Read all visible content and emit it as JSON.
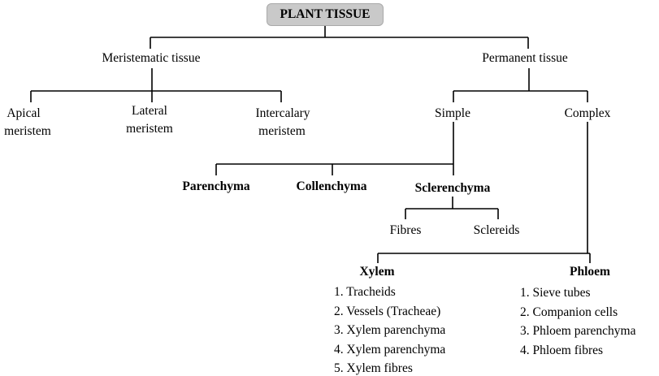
{
  "root": "PLANT TISSUE",
  "meristematic": {
    "title": "Meristematic tissue",
    "apical": [
      "Apical",
      "meristem"
    ],
    "lateral": [
      "Lateral",
      "meristem"
    ],
    "intercalary": [
      "Intercalary",
      "meristem"
    ]
  },
  "permanent": {
    "title": "Permanent tissue",
    "simple": {
      "title": "Simple",
      "parenchyma": "Parenchyma",
      "collenchyma": "Collenchyma",
      "sclerenchyma": {
        "title": "Sclerenchyma",
        "fibres": "Fibres",
        "sclereids": "Sclereids"
      }
    },
    "complex": {
      "title": "Complex",
      "xylem": {
        "title": "Xylem",
        "items": [
          "1. Tracheids",
          "2. Vessels (Tracheae)",
          "3. Xylem parenchyma",
          "4. Xylem parenchyma",
          "5. Xylem fibres"
        ]
      },
      "phloem": {
        "title": "Phloem",
        "items": [
          "1. Sieve tubes",
          "2. Companion cells",
          "3. Phloem parenchyma",
          "4. Phloem fibres"
        ]
      }
    }
  }
}
